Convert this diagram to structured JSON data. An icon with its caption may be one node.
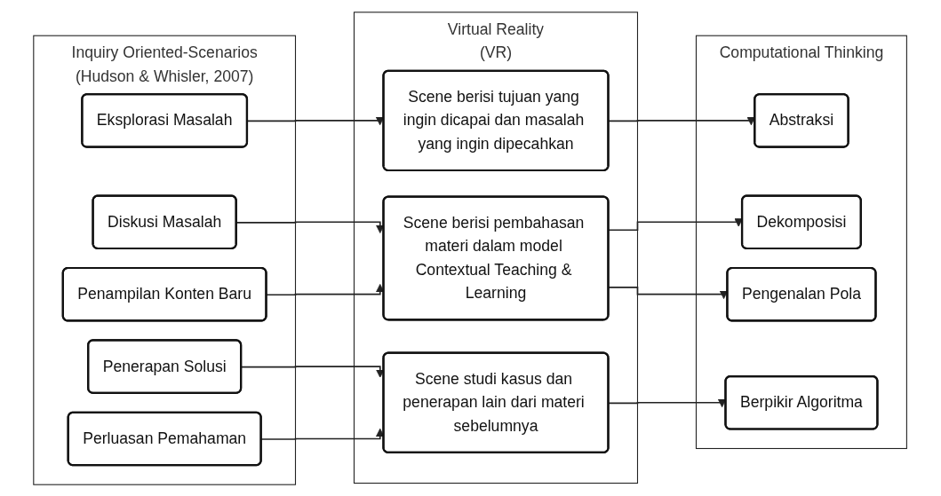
{
  "diagram": {
    "nodes": [
      {
        "text": [
          "Inquiry Oriented-Scenarios",
          "(Hudson & Whisler, 2007)"
        ]
      },
      {
        "text": [
          "Eksplorasi Masalah"
        ],
        "in": 0
      },
      {
        "text": [
          "Diskusi Masalah"
        ],
        "in": 0
      },
      {
        "text": [
          "Penampilan Konten Baru"
        ],
        "in": 0
      },
      {
        "text": [
          "Penerapan Solusi"
        ],
        "in": 0
      },
      {
        "text": [
          "Perluasan Pemahaman"
        ],
        "in": 0
      },
      {
        "text": [
          "Virtual Reality",
          "(VR)"
        ]
      },
      {
        "text": [
          "Scene berisi tujuan yang ingin dicapai dan masalah yang ingin dipecahkan"
        ],
        "in": 6
      },
      {
        "text": [
          "Scene berisi pembahasan materi dalam model Contextual Teaching & Learning"
        ],
        "in": 6
      },
      {
        "text": [
          "Scene studi kasus dan penerapan lain dari materi sebelumnya"
        ],
        "in": 6
      },
      {
        "text": [
          "Computational Thinking"
        ]
      },
      {
        "text": [
          "Abstraksi"
        ],
        "in": 10
      },
      {
        "text": [
          "Dekomposisi"
        ],
        "in": 10
      },
      {
        "text": [
          "Pengenalan Pola"
        ],
        "in": 10
      },
      {
        "text": [
          "Berpikir Algoritma"
        ],
        "in": 10
      }
    ],
    "edges": [
      {
        "from": 1,
        "to": 7,
        "arrow": "to"
      },
      {
        "from": 2,
        "to": 8,
        "arrow": "to"
      },
      {
        "from": 3,
        "to": 8,
        "arrow": "to"
      },
      {
        "from": 4,
        "to": 9,
        "arrow": "to"
      },
      {
        "from": 5,
        "to": 9,
        "arrow": "to"
      },
      {
        "from": 7,
        "to": 11,
        "arrow": "to"
      },
      {
        "from": 8,
        "to": 12,
        "arrow": "to"
      },
      {
        "from": 8,
        "to": 13,
        "arrow": "to"
      },
      {
        "from": 9,
        "to": 14,
        "arrow": "to"
      }
    ]
  }
}
